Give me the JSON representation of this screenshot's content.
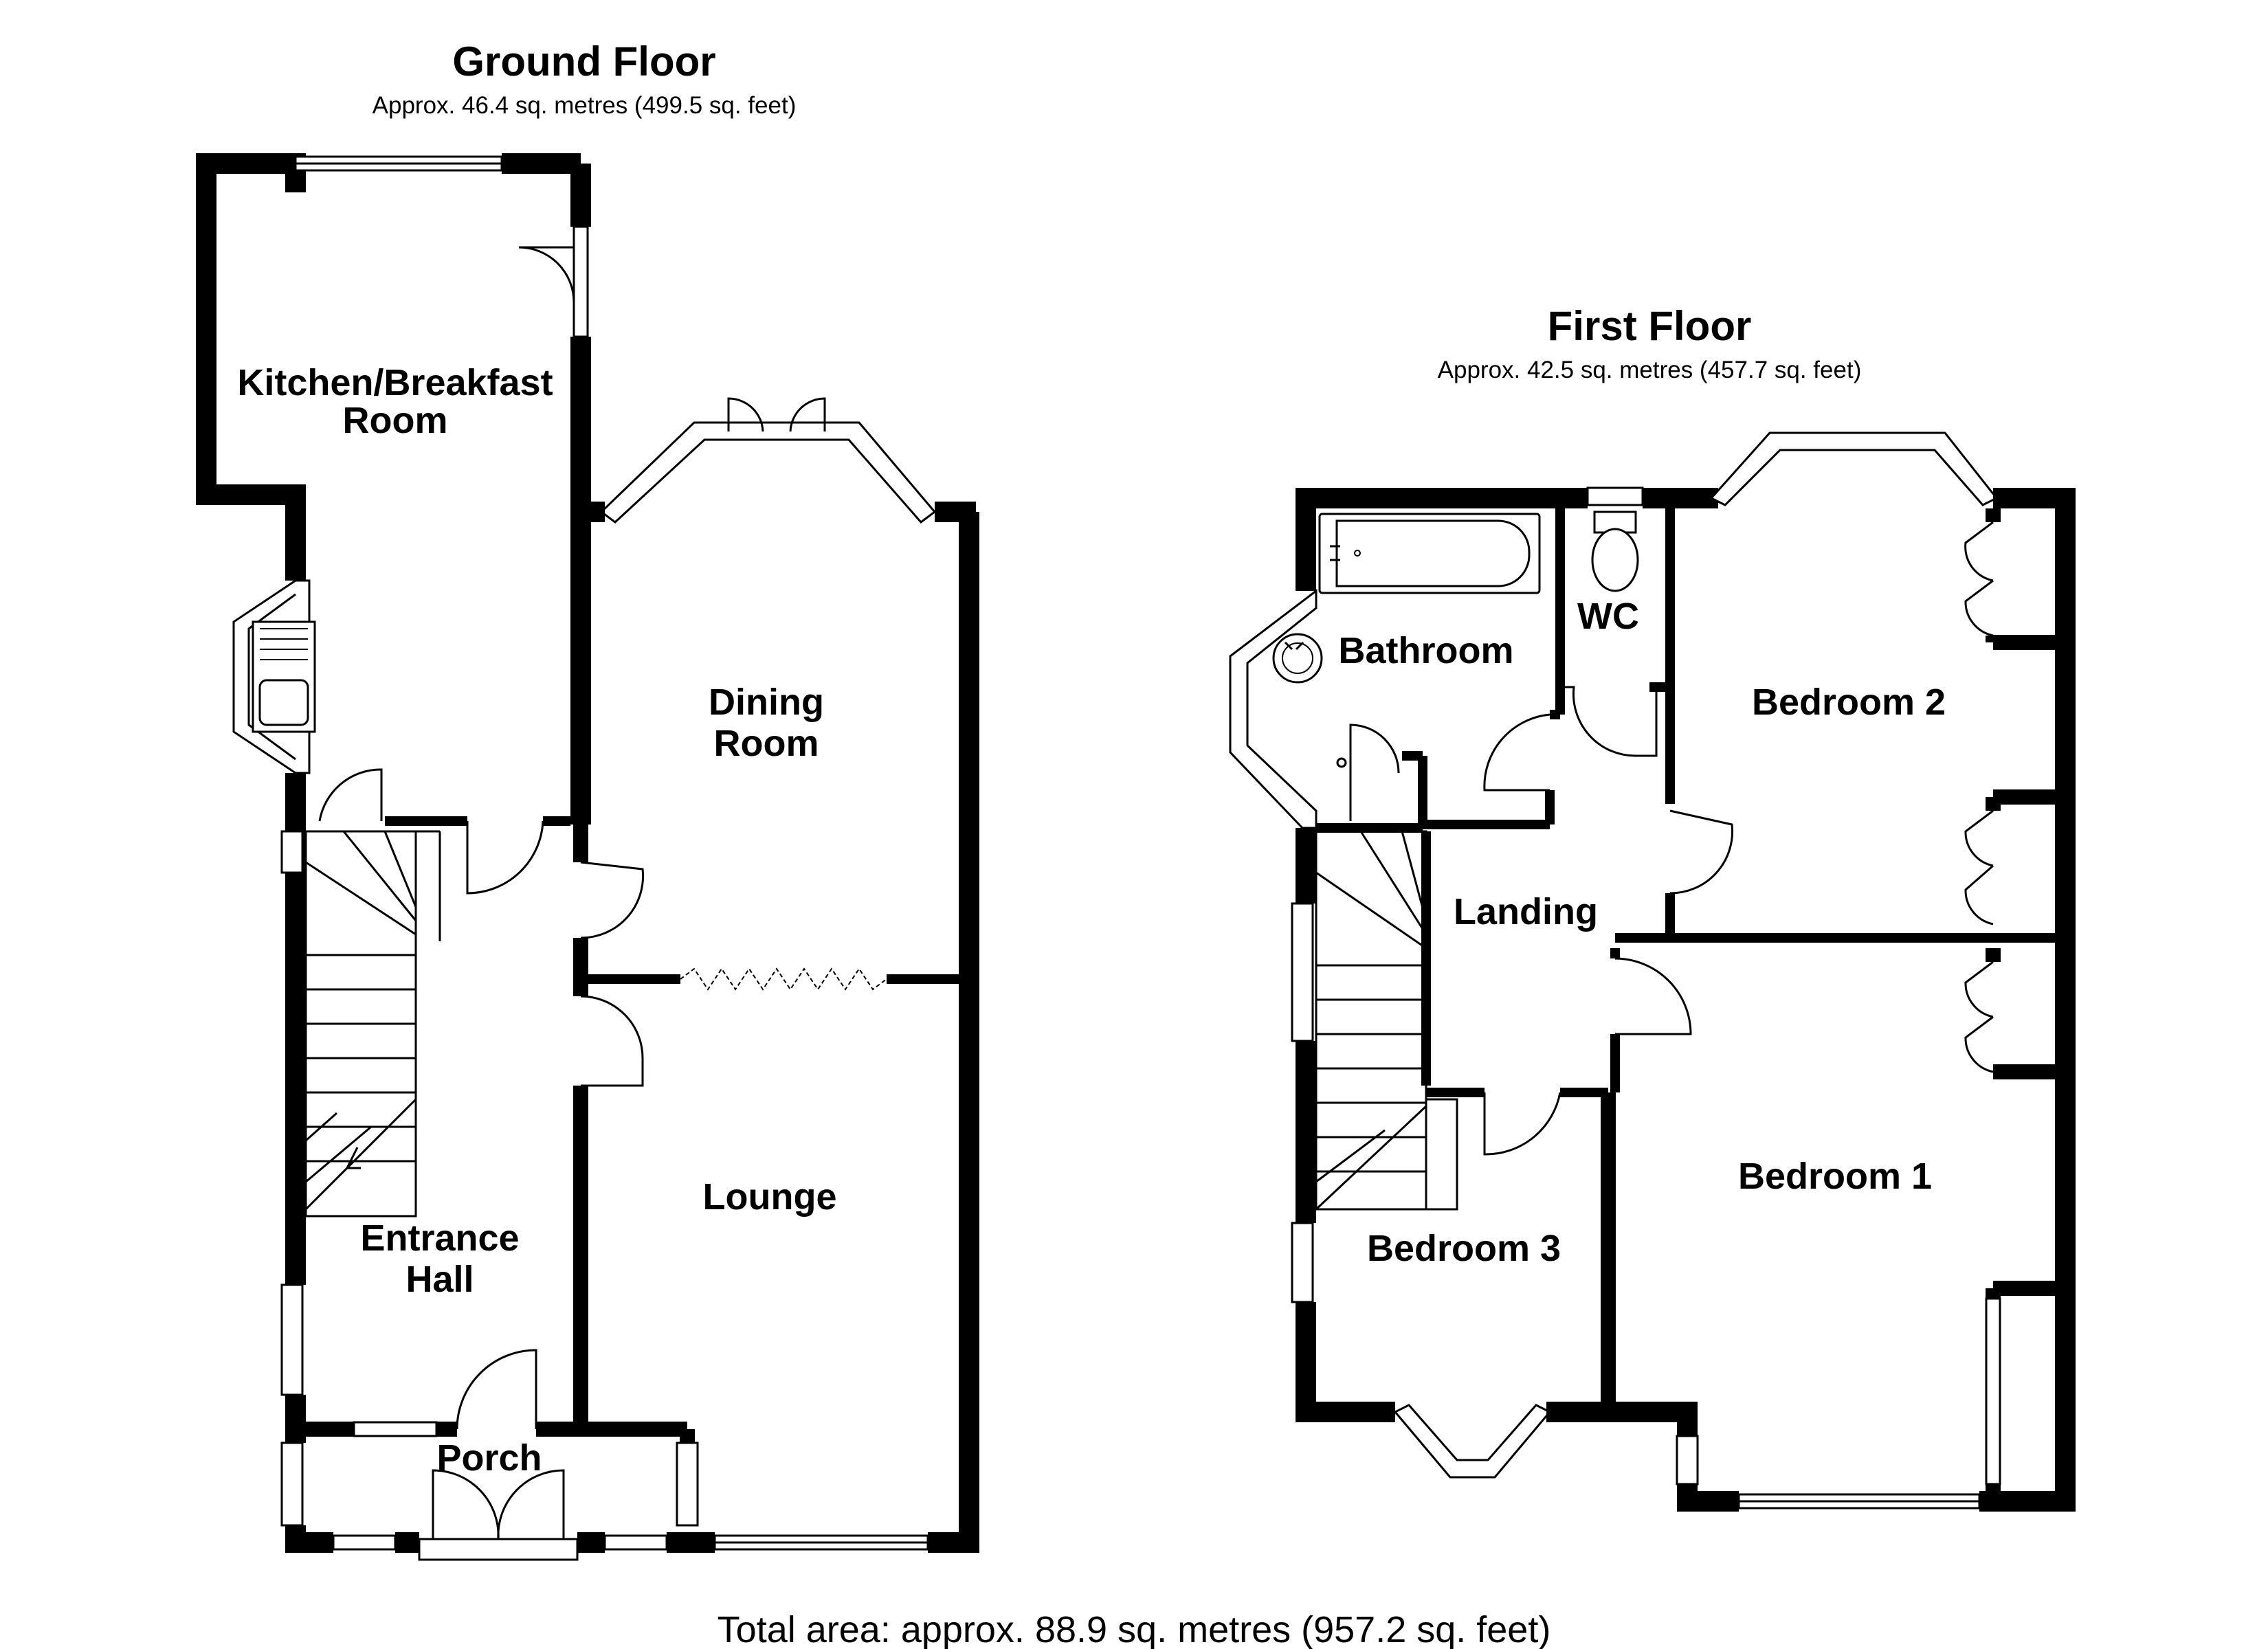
{
  "ground_floor": {
    "title": "Ground Floor",
    "area": "Approx. 46.4 sq. metres (499.5 sq. feet)",
    "rooms": {
      "kitchen": [
        "Kitchen/Breakfast",
        "Room"
      ],
      "dining": [
        "Dining",
        "Room"
      ],
      "lounge": [
        "Lounge"
      ],
      "hall": [
        "Entrance",
        "Hall"
      ],
      "porch": [
        "Porch"
      ]
    }
  },
  "first_floor": {
    "title": "First Floor",
    "area": "Approx. 42.5 sq. metres (457.7 sq. feet)",
    "rooms": {
      "bathroom": [
        "Bathroom"
      ],
      "wc": [
        "WC"
      ],
      "bedroom2": [
        "Bedroom 2"
      ],
      "landing": [
        "Landing"
      ],
      "bedroom1": [
        "Bedroom 1"
      ],
      "bedroom3": [
        "Bedroom 3"
      ]
    }
  },
  "total_area": "Total area: approx. 88.9 sq. metres (957.2 sq. feet)",
  "colors": {
    "wall": "#000000",
    "window": "#ffffff",
    "line": "#000000"
  }
}
